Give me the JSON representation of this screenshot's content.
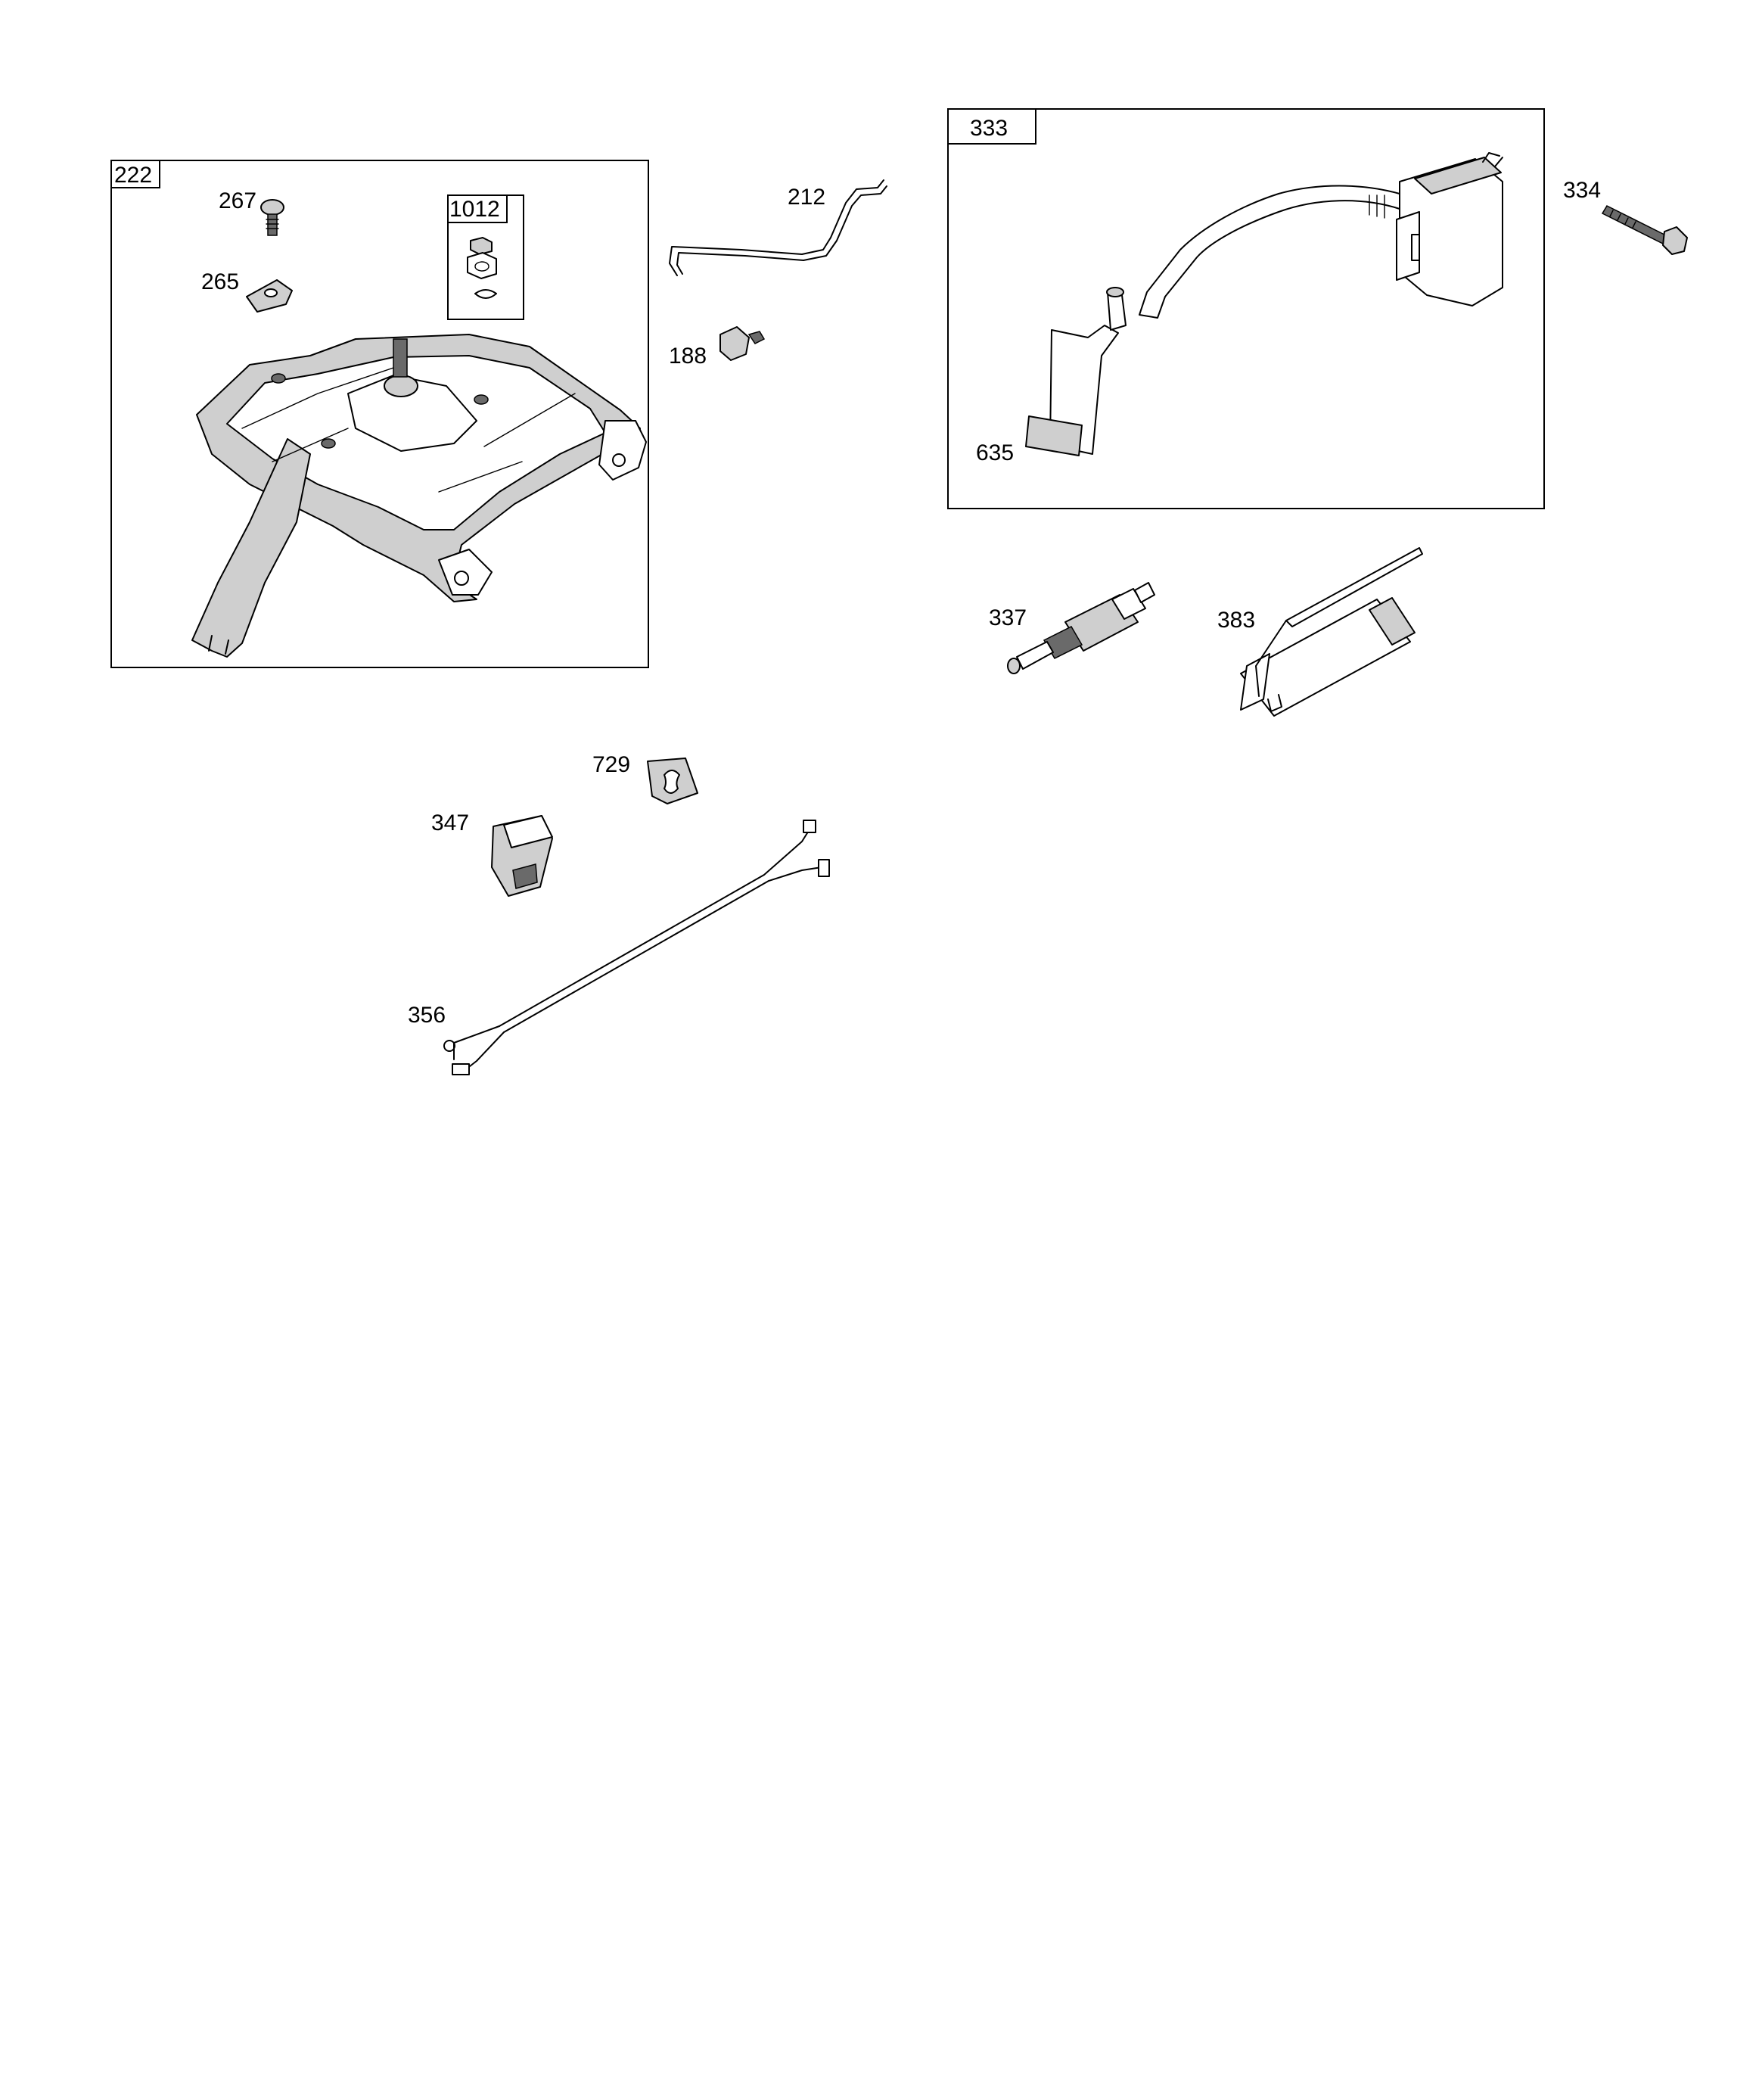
{
  "kits": [
    {
      "id": "kit-222",
      "callout": "222"
    },
    {
      "id": "kit-1012",
      "callout": "1012"
    },
    {
      "id": "kit-333",
      "callout": "333"
    }
  ],
  "parts": [
    {
      "id": "267",
      "callout": "267",
      "name": "screw"
    },
    {
      "id": "265",
      "callout": "265",
      "name": "cable-clamp"
    },
    {
      "id": "212",
      "callout": "212",
      "name": "governor-link"
    },
    {
      "id": "188",
      "callout": "188",
      "name": "screw"
    },
    {
      "id": "334",
      "callout": "334",
      "name": "screw"
    },
    {
      "id": "635",
      "callout": "635",
      "name": "spark-plug-boot"
    },
    {
      "id": "337",
      "callout": "337",
      "name": "spark-plug"
    },
    {
      "id": "383",
      "callout": "383",
      "name": "spark-plug-wrench"
    },
    {
      "id": "729",
      "callout": "729",
      "name": "grommet"
    },
    {
      "id": "347",
      "callout": "347",
      "name": "rocker-switch"
    },
    {
      "id": "356",
      "callout": "356",
      "name": "wire-harness"
    }
  ],
  "icons": [
    "bracket-assembly-icon",
    "ignition-coil-icon",
    "screw-icon",
    "nut-icon",
    "link-rod-icon",
    "wire-harness-icon"
  ]
}
